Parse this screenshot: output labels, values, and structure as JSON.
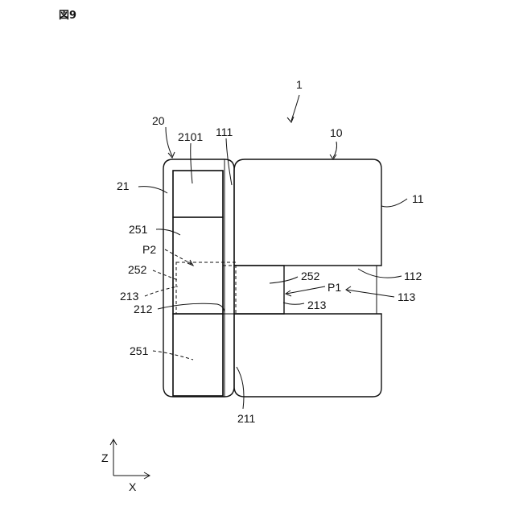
{
  "figure_title": "図9",
  "labels": {
    "l1": "1",
    "l10": "10",
    "l11": "11",
    "l20": "20",
    "l21": "21",
    "l2101": "2101",
    "l111": "111",
    "l112": "112",
    "l113": "113",
    "l251a": "251",
    "l251b": "251",
    "lP2": "P2",
    "l252a": "252",
    "l252b": "252",
    "l213a": "213",
    "l213b": "213",
    "l212": "212",
    "lP1": "P1",
    "l211": "211"
  },
  "axes": {
    "z": "Z",
    "x": "X"
  }
}
